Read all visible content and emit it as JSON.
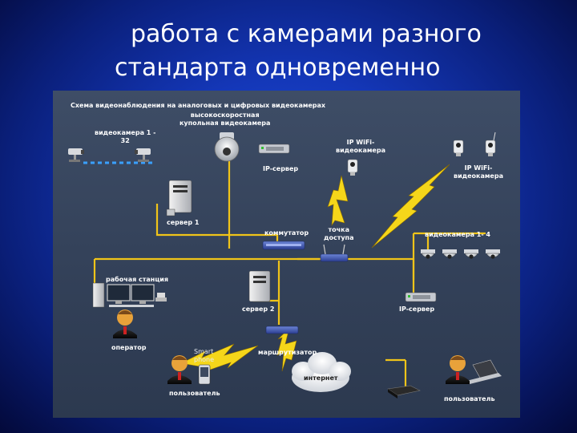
{
  "slide": {
    "title_line1": "работа с камерами разного",
    "title_line2": "стандарта одновременно"
  },
  "diagram": {
    "heading": "Схема видеонаблюдения на аналоговых и цифровых видеокамерах",
    "labels": {
      "ptz_camera": "высокоскоростная\nкупольная видеокамера",
      "cameras_1_32": "видеокамера 1 -\n32",
      "ip_server_top": "IP-сервер",
      "ip_wifi_cam_1": "IP WiFi-\nвидеокамера",
      "ip_wifi_cam_2": "IP WiFi-\nвидеокамера",
      "server_1": "сервер 1",
      "switch": "коммутатор",
      "access_point": "точка\nдоступа",
      "cameras_1_4": "видеокамера 1- 4",
      "workstation": "рабочая станция",
      "server_2": "сервер 2",
      "ip_server_bottom": "IP-сервер",
      "operator": "оператор",
      "smartphone": "Smart\nphone",
      "router": "маршрутизатор",
      "internet": "интернет",
      "user_left": "пользователь",
      "user_right": "пользователь"
    }
  }
}
